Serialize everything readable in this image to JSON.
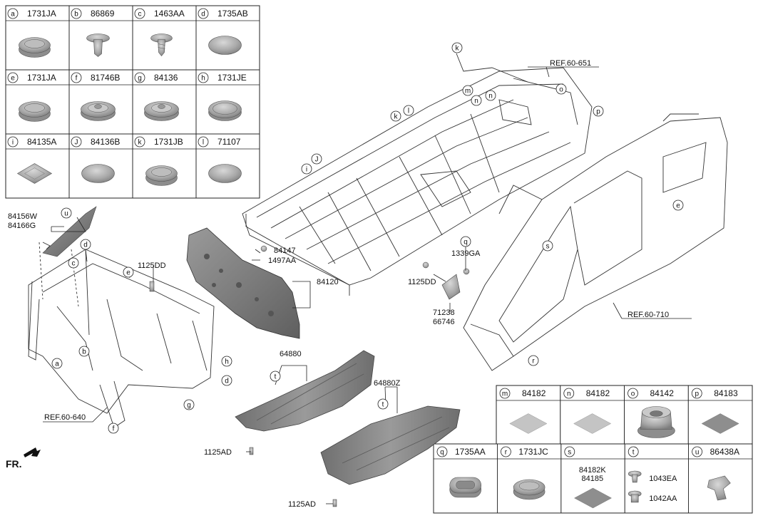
{
  "legend_top_left": [
    {
      "letter": "a",
      "code": "1731JA",
      "icon": "round-grommet-icon"
    },
    {
      "letter": "b",
      "code": "86869",
      "icon": "push-clip-icon"
    },
    {
      "letter": "c",
      "code": "1463AA",
      "icon": "screw-clip-icon"
    },
    {
      "letter": "d",
      "code": "1735AB",
      "icon": "dome-plug-icon"
    },
    {
      "letter": "e",
      "code": "1731JA",
      "icon": "round-grommet-icon"
    },
    {
      "letter": "f",
      "code": "81746B",
      "icon": "ringed-plug-icon"
    },
    {
      "letter": "g",
      "code": "84136",
      "icon": "ringed-plug-icon"
    },
    {
      "letter": "h",
      "code": "1731JE",
      "icon": "flat-plug-icon"
    },
    {
      "letter": "i",
      "code": "84135A",
      "icon": "square-plug-icon"
    },
    {
      "letter": "J",
      "code": "84136B",
      "icon": "dome-plug-icon"
    },
    {
      "letter": "k",
      "code": "1731JB",
      "icon": "round-grommet-icon"
    },
    {
      "letter": "l",
      "code": "71107",
      "icon": "dome-plug-icon"
    }
  ],
  "legend_bottom_right_row1": [
    {
      "letter": "m",
      "code": "84182",
      "icon": "pad-sheet-icon"
    },
    {
      "letter": "n",
      "code": "84182",
      "icon": "pad-sheet-icon"
    },
    {
      "letter": "o",
      "code": "84142",
      "icon": "cup-plug-icon"
    },
    {
      "letter": "p",
      "code": "84183",
      "icon": "dark-pad-sheet-icon"
    }
  ],
  "legend_bottom_right_row2": [
    {
      "letter": "q",
      "code": "1735AA",
      "icon": "oval-plug-icon"
    },
    {
      "letter": "r",
      "code": "1731JC",
      "icon": "round-grommet-icon"
    },
    {
      "letter": "s",
      "code": "",
      "icon": "dark-pad-sheet-icon",
      "sub": [
        "84182K",
        "84185"
      ]
    },
    {
      "letter": "t",
      "code": "",
      "icon": "clip-nut-icon",
      "sub": [
        "1043EA",
        "1042AA"
      ]
    },
    {
      "letter": "u",
      "code": "86438A",
      "icon": "clip-retainer-icon"
    }
  ],
  "callouts": {
    "ref_front": "REF.60-640",
    "ref_roof": "REF.60-651",
    "ref_side": "REF.60-710",
    "fr": "FR.",
    "p84156W": "84156W",
    "p84166G": "84166G",
    "p1125DD_a": "1125DD",
    "p84147": "84147",
    "p1497AA": "1497AA",
    "p84120": "84120",
    "p1339GA": "1339GA",
    "p1125DD_b": "1125DD",
    "p71238": "71238",
    "p66746": "66746",
    "p64880": "64880",
    "p64880Z": "64880Z",
    "p1125AD_a": "1125AD",
    "p1125AD_b": "1125AD"
  },
  "colors": {
    "part_gray": "#a8a8a8",
    "pad_light": "#c4c4c4",
    "pad_dark": "#8e8e8e",
    "line": "#222222"
  }
}
